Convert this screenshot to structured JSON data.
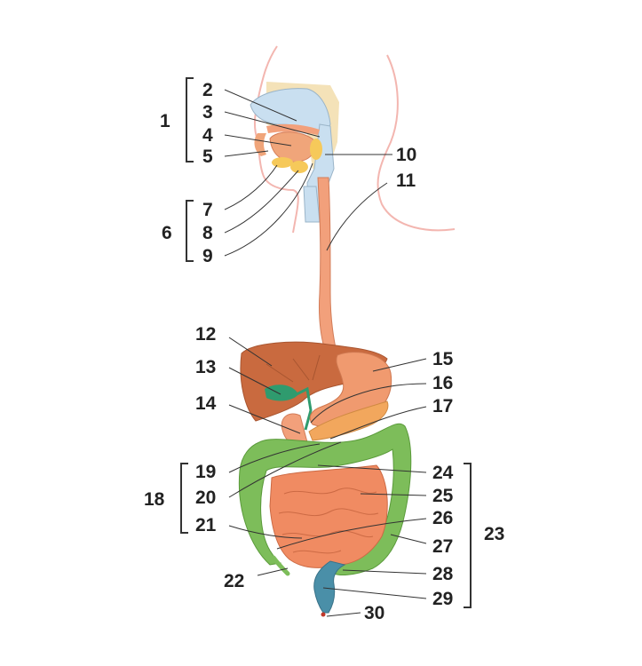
{
  "labels": {
    "n1": "1",
    "n2": "2",
    "n3": "3",
    "n4": "4",
    "n5": "5",
    "n6": "6",
    "n7": "7",
    "n8": "8",
    "n9": "9",
    "n10": "10",
    "n11": "11",
    "n12": "12",
    "n13": "13",
    "n14": "14",
    "n15": "15",
    "n16": "16",
    "n17": "17",
    "n18": "18",
    "n19": "19",
    "n20": "20",
    "n21": "21",
    "n22": "22",
    "n23": "23",
    "n24": "24",
    "n25": "25",
    "n26": "26",
    "n27": "27",
    "n28": "28",
    "n29": "29",
    "n30": "30"
  },
  "colors": {
    "head_outline": "#f3b6b0",
    "nasal_cavity": "#c9dff0",
    "bone": "#f4e2b8",
    "tongue": "#f0a57a",
    "salivary_gland": "#f6c95a",
    "esophagus": "#f2a07b",
    "liver": "#c96a3f",
    "gallbladder": "#2f9b6e",
    "stomach": "#f09a6f",
    "pancreas": "#f2a75d",
    "small_intestine": "#f08b62",
    "large_intestine": "#7dbd5a",
    "rectum": "#4a8fa8"
  }
}
